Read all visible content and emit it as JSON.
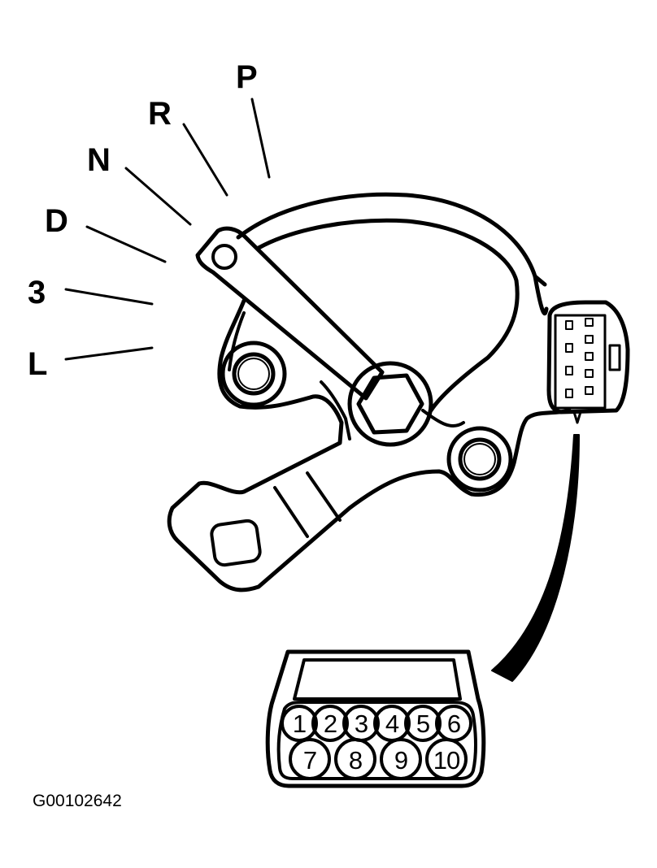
{
  "gear_positions": [
    {
      "label": "P"
    },
    {
      "label": "R"
    },
    {
      "label": "N"
    },
    {
      "label": "D"
    },
    {
      "label": "3"
    },
    {
      "label": "L"
    }
  ],
  "connector_pins": {
    "top_row": [
      "1",
      "2",
      "3",
      "4",
      "5",
      "6"
    ],
    "bottom_row": [
      "7",
      "8",
      "9",
      "10"
    ]
  },
  "figure_id": "G00102642"
}
